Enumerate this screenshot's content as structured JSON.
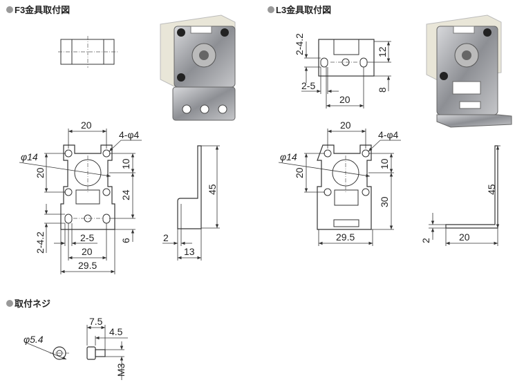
{
  "sections": {
    "f3": {
      "title": "F3金具取付図",
      "front": {
        "width_top": "20",
        "holes": "4-φ4",
        "bore": "φ14",
        "height_holes": "20",
        "d10": "10",
        "d24": "24",
        "d6": "6",
        "slot_h": "2-4.2",
        "slot_w": "2-5",
        "pitch": "20",
        "width": "29.5"
      },
      "side": {
        "height": "45",
        "thickness": "2",
        "offset": "13"
      }
    },
    "l3": {
      "title": "L3金具取付図",
      "bottom": {
        "slot_h": "2-4.2",
        "d12": "12",
        "d8": "8",
        "slot_w": "2-5",
        "pitch": "20"
      },
      "front": {
        "width_top": "20",
        "holes": "4-φ4",
        "bore": "φ14",
        "height_holes": "20",
        "d10": "10",
        "d30": "30",
        "width": "29.5"
      },
      "side": {
        "height": "45",
        "thickness": "2",
        "foot": "20"
      }
    },
    "screw": {
      "title": "取付ネジ",
      "head_dia": "φ5.4",
      "length": "7.5",
      "thread_len": "4.5",
      "thread": "M3"
    }
  },
  "colors": {
    "line": "#333333",
    "bullet": "#999999",
    "body": "#e9e6d8",
    "metal": "#a9aaad"
  }
}
